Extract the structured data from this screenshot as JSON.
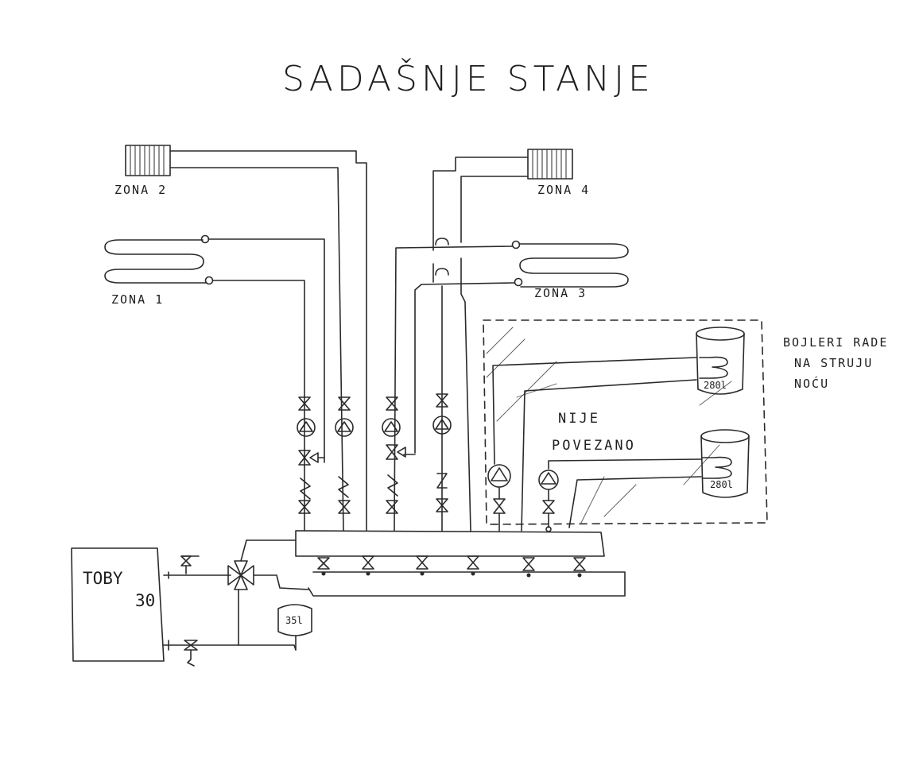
{
  "title": "SADAŠNJE STANJE",
  "zones": {
    "zone1": "ZONA 1",
    "zone2": "ZONA 2",
    "zone3": "ZONA 3",
    "zone4": "ZONA 4"
  },
  "boilers_note": [
    "BOJLERI RADE",
    "NA STRUJU",
    "NOĆU"
  ],
  "not_connected": [
    "NIJE",
    "POVEZANO"
  ],
  "boiler_top_capacity": "280l",
  "boiler_bottom_capacity": "280l",
  "buffer_tank_capacity": "35l",
  "heater_model": "TOBY",
  "heater_number": "30"
}
